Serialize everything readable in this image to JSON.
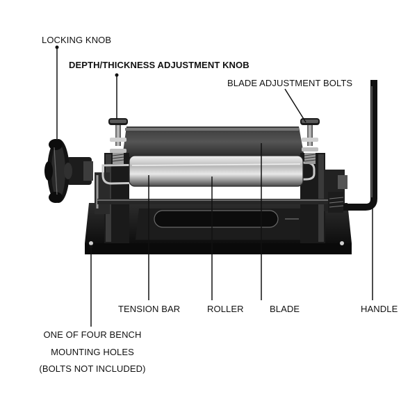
{
  "labels": {
    "locking_knob": "LOCKING KNOB",
    "depth_knob": "DEPTH/THICKNESS ADJUSTMENT KNOB",
    "blade_bolts": "BLADE ADJUSTMENT BOLTS",
    "tension_bar": "TENSION BAR",
    "roller": "ROLLER",
    "blade": "BLADE",
    "handle": "HANDLE",
    "mounting_line1": "ONE OF FOUR BENCH",
    "mounting_line2": "MOUNTING HOLES",
    "mounting_line3": "(BOLTS NOT INCLUDED)"
  },
  "colors": {
    "metal_dark": "#1a1a1a",
    "metal_mid": "#4a4a4a",
    "metal_light": "#9a9a9a",
    "leader": "#111111"
  }
}
